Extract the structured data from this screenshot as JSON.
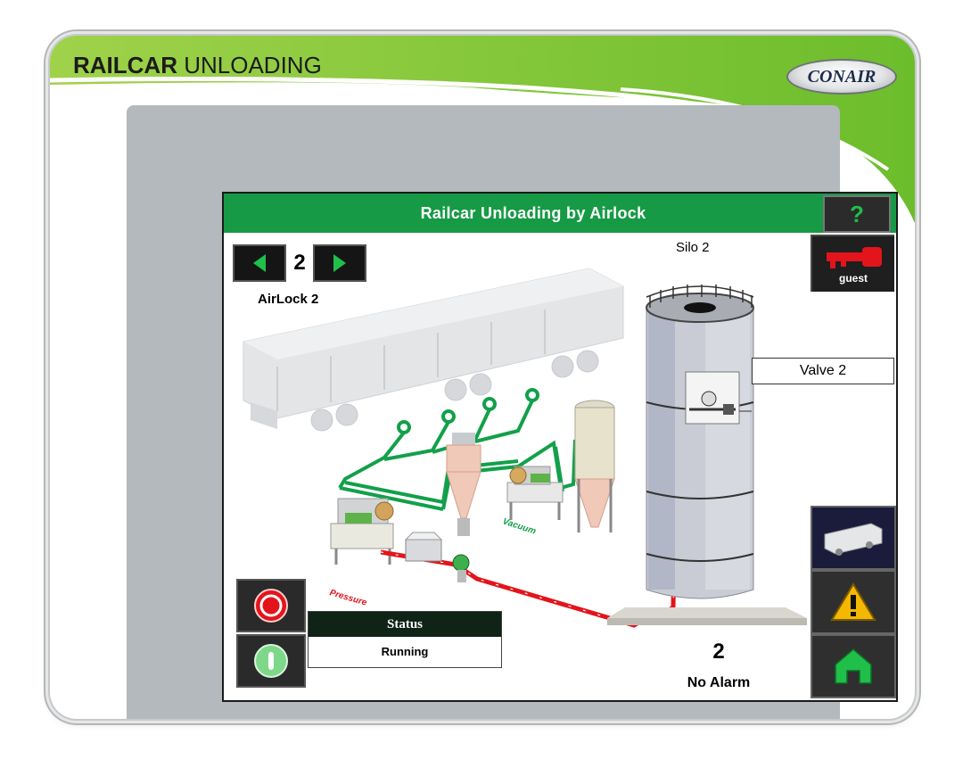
{
  "brand": {
    "title_bold": "RAILCAR",
    "title_rest": " UNLOADING",
    "logo_text": "CONAIR",
    "accent_green": "#8cc63f"
  },
  "screen": {
    "title": "Railcar Unloading by Airlock",
    "help_symbol": "?",
    "user_label": "guest",
    "airlock": {
      "number": "2",
      "label": "AirLock 2"
    },
    "silo_label": "Silo 2",
    "valve_label": "Valve 2",
    "pressure_label": "Pressure",
    "vacuum_label": "Vacuum",
    "status": {
      "header": "Status",
      "value": "Running"
    },
    "alarm": {
      "count": "2",
      "text": "No Alarm"
    },
    "colors": {
      "title_bar": "#169a45",
      "pressure_line": "#e3141b",
      "vacuum_line": "#12a04a",
      "stop_red": "#e3141b",
      "start_green": "#7fd88a",
      "alarm_yellow": "#f5b800",
      "home_green": "#1fbf4a"
    },
    "icons": [
      "left-arrow-icon",
      "right-arrow-icon",
      "help-icon",
      "key-icon",
      "stop-icon",
      "start-icon",
      "railcar-icon",
      "warning-icon",
      "home-icon"
    ]
  }
}
